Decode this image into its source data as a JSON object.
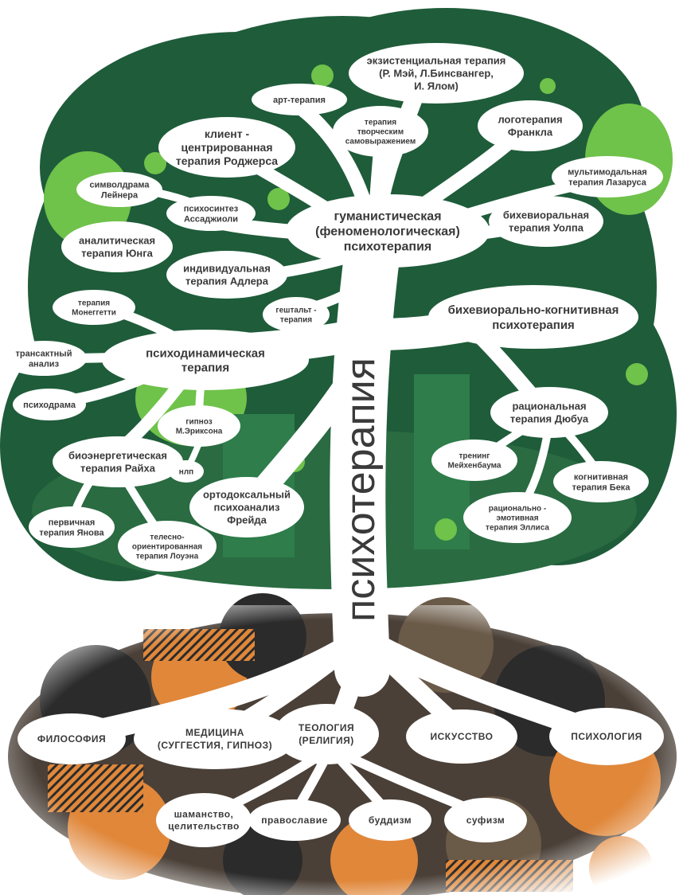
{
  "colors": {
    "canopy_dark": "#1f5c3a",
    "canopy_mid": "#2e7d4a",
    "canopy_light": "#6fc24a",
    "roots_dark": "#2b2b2b",
    "roots_brown": "#6a5a48",
    "roots_orange": "#e0873a",
    "branch": "#ffffff",
    "text": "#3a3a3a",
    "text_green": "#3a9a3a"
  },
  "trunk_label": "психотерапия",
  "nodes": {
    "existential": [
      "экзистенциальная терапия",
      "(Р. Мэй, Л.Бинсвангер,",
      "И. Ялом)"
    ],
    "art": [
      "арт-терапия"
    ],
    "creative": [
      "терапия",
      "творческим",
      "самовыражением"
    ],
    "logo": [
      "логотерапия",
      "Франкла"
    ],
    "client": [
      "клиент -",
      "центрированная",
      "терапия Роджерса"
    ],
    "multimodal": [
      "мультимодальная",
      "терапия Лазаруса"
    ],
    "symboldrama": [
      "символдрама",
      "Лейнера"
    ],
    "psychosynthesis": [
      "психосинтез",
      "Ассаджиоли"
    ],
    "humanistic": [
      "гуманистическая",
      "(феноменологическая)",
      "психотерапия"
    ],
    "wolpe": [
      "бихевиоральная",
      "терапия Уолпа"
    ],
    "jung": [
      "аналитическая",
      "терапия Юнга"
    ],
    "adler": [
      "индивидуальная",
      "терапия Адлера"
    ],
    "moneggetti": [
      "терапия",
      "Монеггетти"
    ],
    "gestalt": [
      "гештальт -",
      "терапия"
    ],
    "behavioral": [
      "бихевиорально-когнитивная",
      "психотерапия"
    ],
    "transact": [
      "трансактный",
      "анализ"
    ],
    "psychodynamic": [
      "психодинамическая",
      "терапия"
    ],
    "psychodrama": [
      "психодрама"
    ],
    "erickson": [
      "гипноз",
      "М.Эриксона"
    ],
    "dubois": [
      "рациональная",
      "терапия Дюбуа"
    ],
    "reich": [
      "биоэнергетическая",
      "терапия Райха"
    ],
    "meichenbaum": [
      "тренинг",
      "Мейхенбаума"
    ],
    "nlp": [
      "нлп"
    ],
    "beck": [
      "когнитивная",
      "терапия Бека"
    ],
    "freud": [
      "ортодоксальный",
      "психоанализ",
      "Фрейда"
    ],
    "janov": [
      "первичная",
      "терапия Янова"
    ],
    "ellis": [
      "рационально -",
      "эмотивная",
      "терапия Эллиса"
    ],
    "lowen": [
      "телесно-",
      "ориентированная",
      "терапия Лоуэна"
    ]
  },
  "roots": {
    "philosophy": [
      "ФИЛОСОФИЯ"
    ],
    "medicine": [
      "МЕДИЦИНА",
      "(СУГГЕСТИЯ, ГИПНОЗ)"
    ],
    "theology": [
      "ТЕОЛОГИЯ",
      "(РЕЛИГИЯ)"
    ],
    "art": [
      "ИСКУССТВО"
    ],
    "psychology": [
      "ПСИХОЛОГИЯ"
    ],
    "shamanism": [
      "шаманство,",
      "целительство"
    ],
    "orthodoxy": [
      "православие"
    ],
    "buddhism": [
      "буддизм"
    ],
    "sufism": [
      "суфизм"
    ]
  }
}
